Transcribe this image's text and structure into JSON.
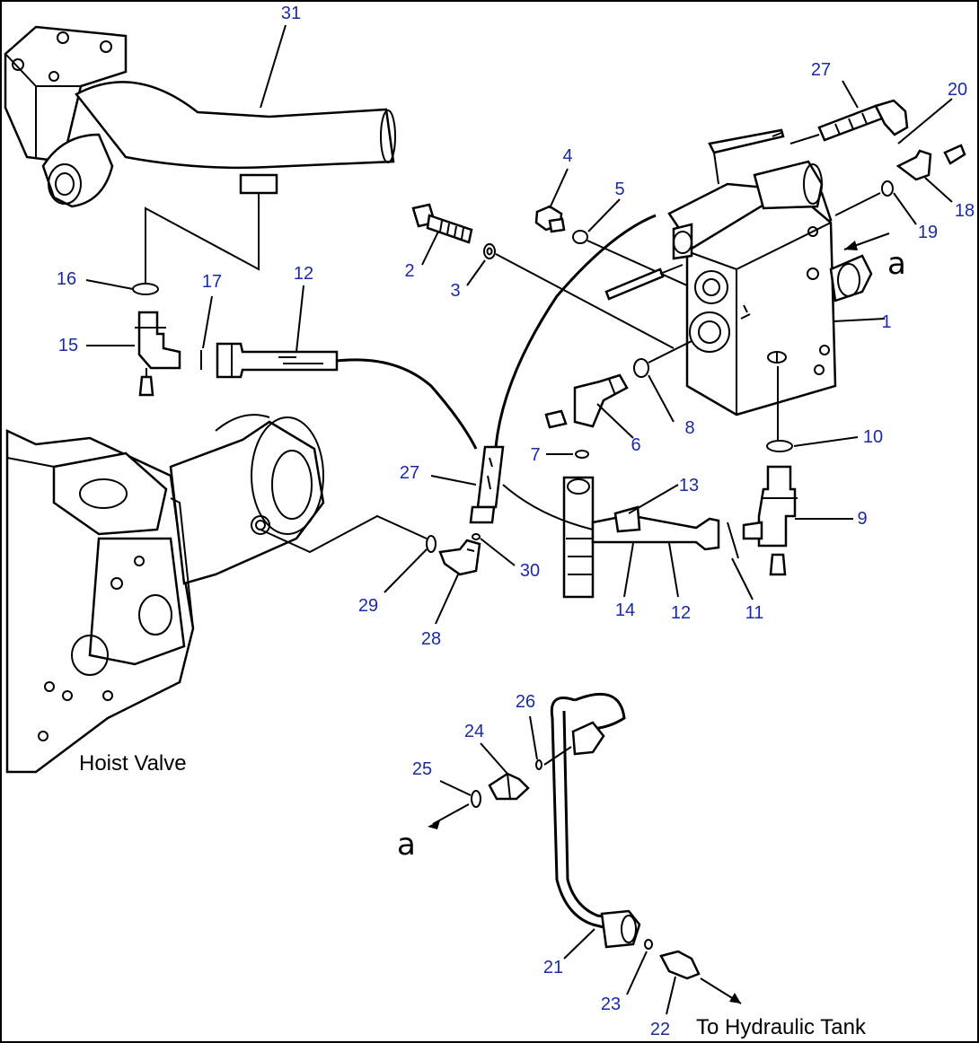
{
  "labels": {
    "hoist_valve": "Hoist Valve",
    "to_hydraulic_tank": "To Hydraulic Tank",
    "connector_a_top": "a",
    "connector_a_bottom": "a"
  },
  "callouts": [
    "1",
    "2",
    "3",
    "4",
    "5",
    "6",
    "7",
    "8",
    "9",
    "10",
    "11",
    "12",
    "12",
    "13",
    "14",
    "15",
    "16",
    "17",
    "18",
    "19",
    "20",
    "21",
    "22",
    "23",
    "24",
    "25",
    "26",
    "27",
    "27",
    "28",
    "29",
    "30",
    "31"
  ],
  "colors": {
    "callout": "#1a2aa8",
    "line": "#000000",
    "background": "#ffffff"
  }
}
